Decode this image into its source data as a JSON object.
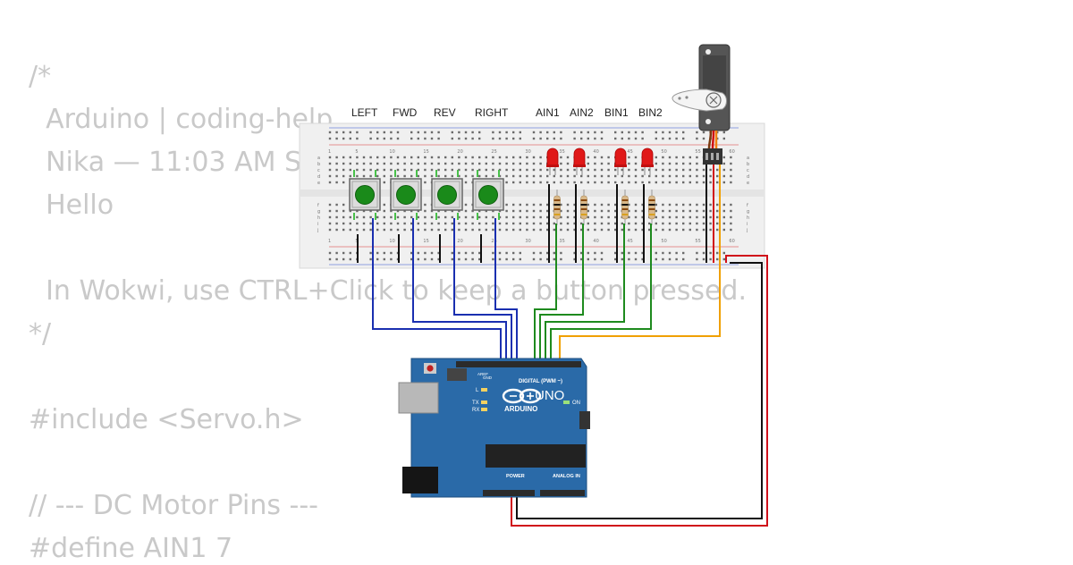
{
  "code_lines": [
    "/*",
    "  Arduino | coding-help",
    "  Nika — 11:03 AM Sa",
    "  Hello",
    "",
    "  In Wokwi, use CTRL+Click to keep a button pressed.",
    "*/",
    "",
    "#include <Servo.h>",
    "",
    "// --- DC Motor Pins ---",
    "#define AIN1 7"
  ],
  "button_labels": [
    "LEFT",
    "FWD",
    "REV",
    "RIGHT"
  ],
  "led_labels": [
    "AIN1",
    "AIN2",
    "BIN1",
    "BIN2"
  ],
  "breadboard": {
    "column_numbers": [
      "1",
      "5",
      "10",
      "15",
      "20",
      "25",
      "30",
      "35",
      "40",
      "45",
      "50",
      "55",
      "60"
    ],
    "row_letters_top": [
      "a",
      "b",
      "c",
      "d",
      "e"
    ],
    "row_letters_bottom": [
      "f",
      "g",
      "h",
      "i",
      "j"
    ]
  },
  "arduino": {
    "brand": "ARDUINO",
    "model": "UNO",
    "digital_label": "DIGITAL (PWM ~)",
    "analog_label": "ANALOG IN",
    "power_label": "POWER",
    "on_label": "ON",
    "tx_label": "TX",
    "rx_label": "RX",
    "l_label": "L",
    "aref_label": "AREF",
    "gnd_label": "GND"
  },
  "colors": {
    "wire_blue": "#1a2fb0",
    "wire_green": "#1e8a1e",
    "wire_orange": "#f0a000",
    "wire_red": "#d0101a",
    "wire_black": "#111111",
    "board_blue": "#2a6aa8",
    "button_green": "#1a8a1a",
    "led_red": "#e01818"
  }
}
